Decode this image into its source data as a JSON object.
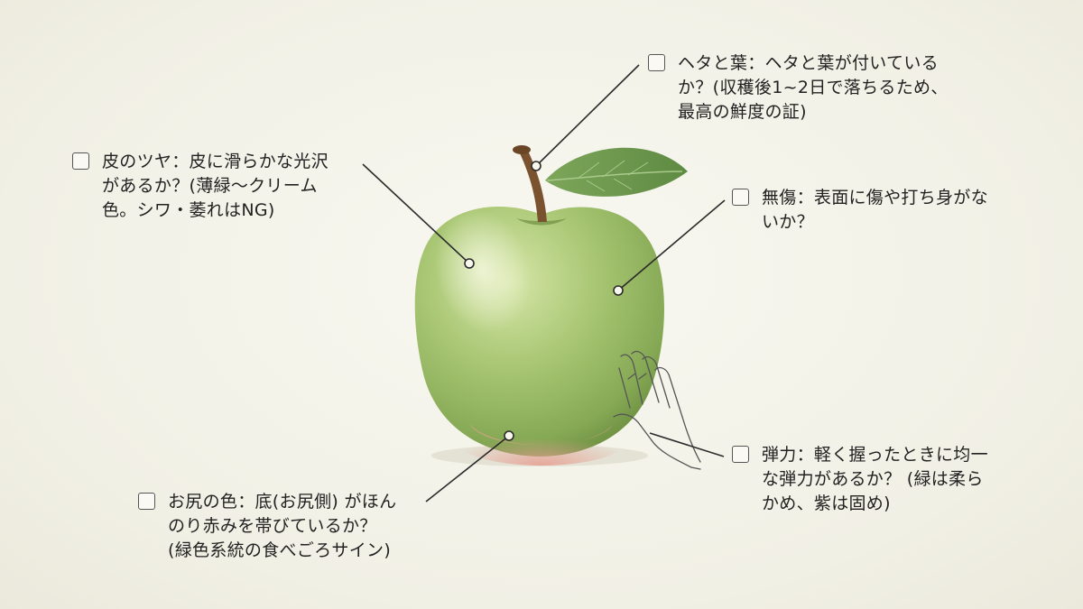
{
  "callouts": [
    {
      "id": "skin",
      "text": "皮のツヤ：皮に滑らかな光沢\nがあるか？(薄緑〜クリーム\n色。シワ・萎れはNG)"
    },
    {
      "id": "stem",
      "text": "ヘタと葉：ヘタと葉が付いている\nか？(収穫後1~2日で落ちるため、\n最高の鮮度の証)"
    },
    {
      "id": "damage",
      "text": "無傷：表面に傷や打ち身がな\nいか？"
    },
    {
      "id": "bottom",
      "text": "お尻の色：底(お尻側) がほん\nのり赤みを帯びているか？\n(緑色系統の食べごろサイン)"
    },
    {
      "id": "firm",
      "text": "弾力：軽く握ったときに均一\nな弾力があるか？ (緑は柔ら\nかめ、紫は固め)"
    }
  ],
  "colors": {
    "apple_light": "#cfe0a0",
    "apple_mid": "#9fbf6a",
    "apple_dark": "#6f9243",
    "blush": "#e29a8f",
    "stem": "#7a5230",
    "leaf": "#6e9a50",
    "line": "#2b2b2b"
  }
}
